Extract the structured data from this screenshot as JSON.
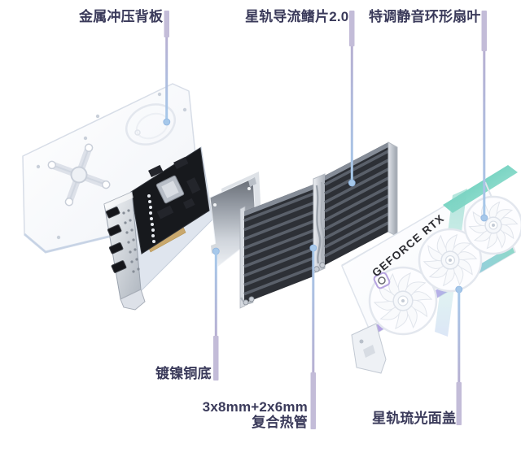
{
  "figure": {
    "shroud_text": "GEFORCE RTX",
    "callouts": {
      "backplate": {
        "label": "金属冲压背板"
      },
      "fins": {
        "label": "星轨导流鳍片2.0"
      },
      "fan": {
        "label": "特调静音环形扇叶"
      },
      "copper_base": {
        "label": "镀镍铜底"
      },
      "heatpipes": {
        "label_line1": "3x8mm+2x6mm",
        "label_line2": "复合热管"
      },
      "face_cover": {
        "label": "星轨琉光面盖"
      }
    },
    "colors": {
      "background": "#ffffff",
      "label_text": "#3a3a5a",
      "callout_bar": "#bcb5d4",
      "callout_line_blue": "#a6c8ea",
      "teal_accent": "#5ec9b6",
      "purple_accent": "#b2a0e2"
    }
  }
}
